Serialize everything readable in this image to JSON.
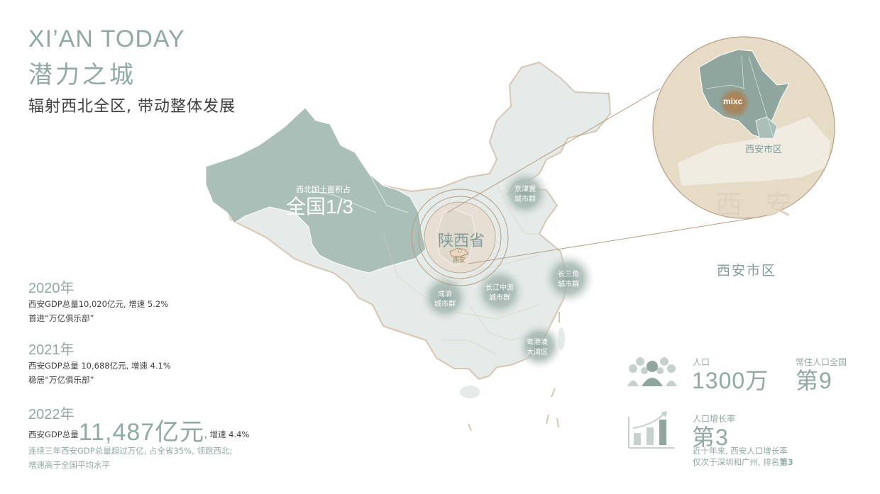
{
  "header": {
    "title_en": "XI’AN TODAY",
    "title_cn": "潜力之城",
    "subtitle": "辐射西北全区, 带动整体发展"
  },
  "timeline": [
    {
      "year": "2020年",
      "line1": "西安GDP总量10,020亿元, 增速 5.2%",
      "line2": "首进“万亿俱乐部”"
    },
    {
      "year": "2021年",
      "line1": "西安GDP总量 10,688亿元, 增速 4.1%",
      "line2": "稳居“万亿俱乐部”"
    },
    {
      "year": "2022年",
      "line1_prefix": "西安GDP总量",
      "line1_big": "11,487亿元",
      "line1_suffix": ", 增速 4.4%",
      "line2": "连续三年西安GDP总量超过万亿, 占全省35%, 领跑西北;",
      "line3": "增速高于全国平均水平"
    }
  ],
  "map": {
    "northwest_caption": "西北国土面积占",
    "northwest_value": "全国1/3",
    "province_label": "陕西省",
    "city_label": "西安",
    "clusters": [
      {
        "name": "jingjinji",
        "line1": "京津冀",
        "line2": "城市群"
      },
      {
        "name": "chengyu",
        "line1": "成渝",
        "line2": "城市群"
      },
      {
        "name": "changjiang",
        "line1": "长江中游",
        "line2": "城市群"
      },
      {
        "name": "changsanjiao",
        "line1": "长三角",
        "line2": "城市群"
      },
      {
        "name": "yuegangao",
        "line1": "粤港澳",
        "line2": "大湾区"
      }
    ],
    "inset": {
      "district_label": "西安市区",
      "watermark": "西 安",
      "brand": "mixc"
    },
    "district_caption": "西安市区"
  },
  "stats": {
    "population": {
      "label": "人口",
      "value": "1300万",
      "rank_label": "常住人口全国",
      "rank_value": "第9"
    },
    "growth": {
      "label": "人口增长率",
      "value": "第3",
      "note1": "近十年来, 西安人口增长率",
      "note2_prefix": "仅次于深圳和广州, 排名",
      "note2_bold": "第3"
    }
  },
  "colors": {
    "accent_sage": "#8fa9a4",
    "map_northwest": "#a9bfb7",
    "map_rest": "#e5ebe8",
    "highlight_tan": "#e8ddd0",
    "line_brown": "#a88c6c",
    "mixc_gold": "#b88a4c"
  }
}
